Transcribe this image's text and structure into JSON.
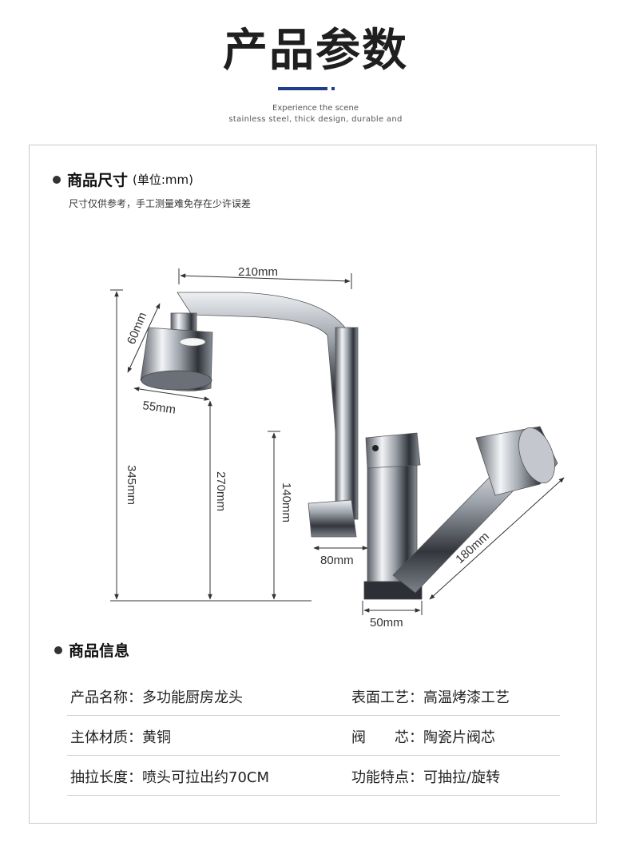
{
  "header": {
    "title": "产品参数",
    "subtitle_line1": "Experience the scene",
    "subtitle_line2": "stainless steel, thick design, durable and"
  },
  "size_section": {
    "title": "商品尺寸",
    "unit": "(单位:mm)",
    "note": "尺寸仅供参考，手工测量难免存在少许误差",
    "dimensions": {
      "spout_length": "210mm",
      "aerator_height": "60mm",
      "aerator_width": "55mm",
      "total_height": "345mm",
      "spout_height": "270mm",
      "body_height": "140mm",
      "handle_length": "80mm",
      "spray_length": "180mm",
      "base_diameter": "50mm"
    }
  },
  "info_section": {
    "title": "商品信息",
    "rows": [
      {
        "left": "产品名称：多功能厨房龙头",
        "right": "表面工艺：高温烤漆工艺"
      },
      {
        "left": "主体材质：黄铜",
        "right": "阀　　芯：陶瓷片阀芯"
      },
      {
        "left": "抽拉长度：喷头可拉出约70CM",
        "right": "功能特点：可抽拉/旋转"
      }
    ]
  },
  "colors": {
    "accent": "#1e3d8c",
    "chrome_dark": "#3a3d44",
    "chrome_light": "#e9ecf0"
  }
}
